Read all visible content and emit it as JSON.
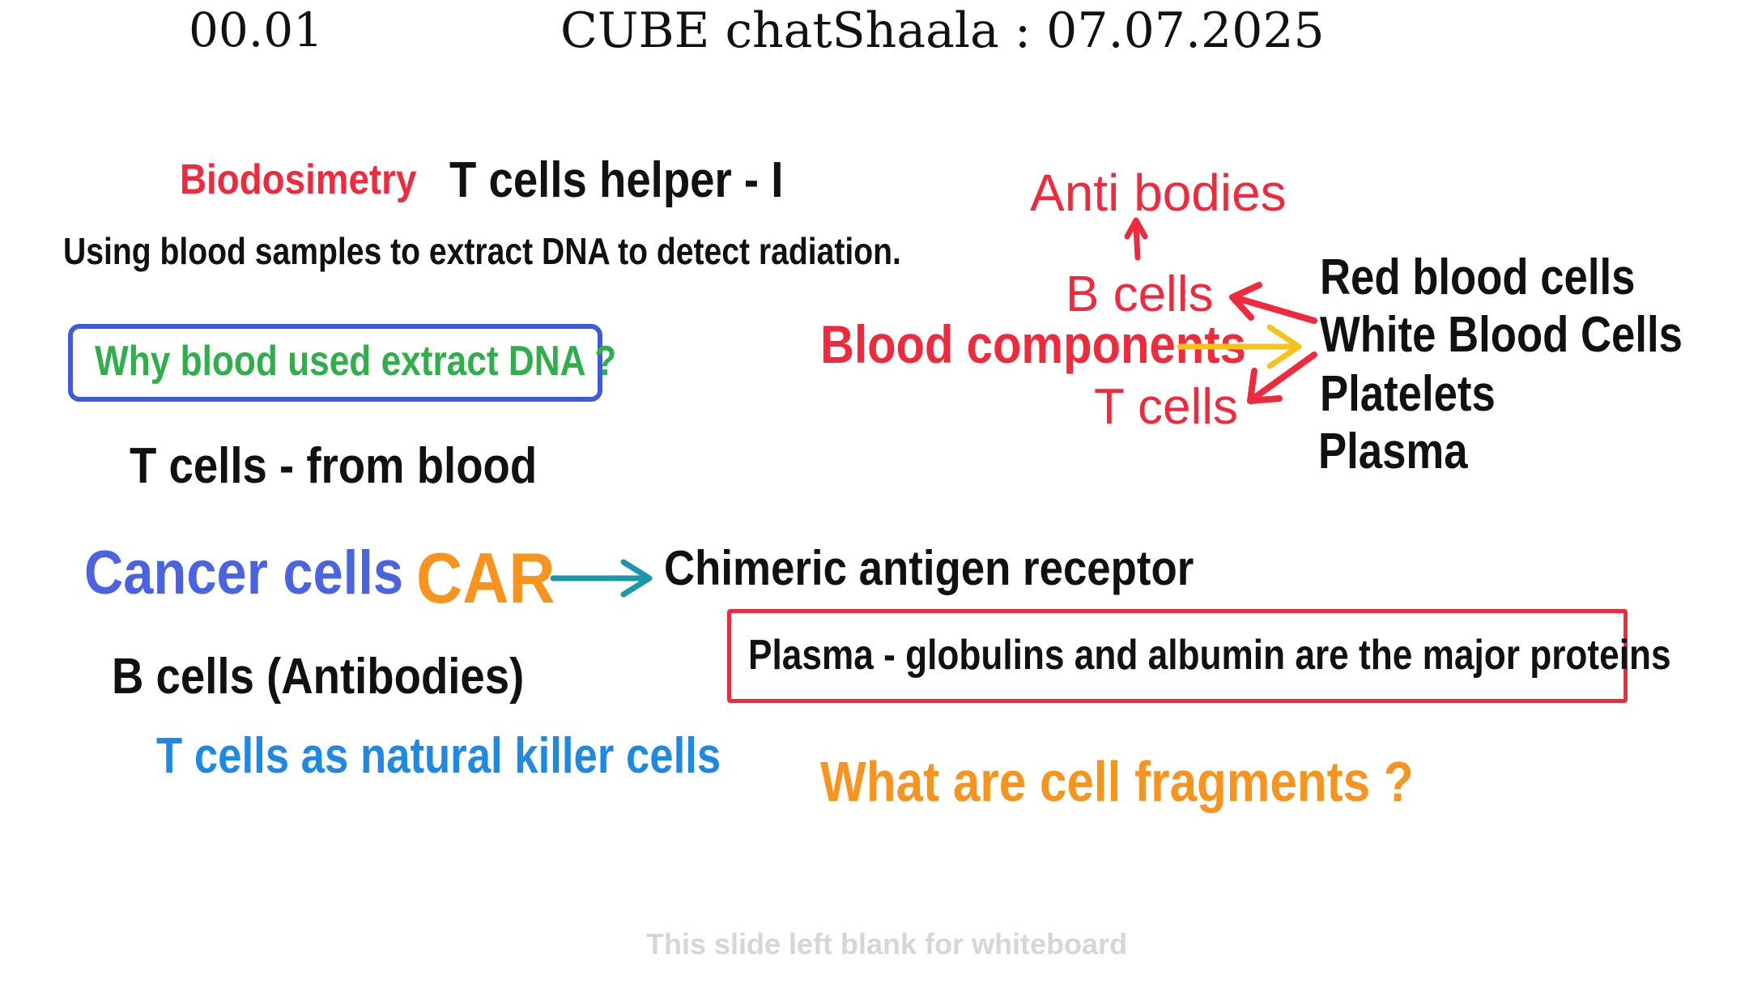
{
  "header": {
    "slide_number": "00.01",
    "title": "CUBE chatShaala : 07.07.2025"
  },
  "left": {
    "biodosimetry": "Biodosimetry",
    "t_cells_helper": "T cells helper - I",
    "dna_sentence": "Using blood samples to extract DNA to detect radiation.",
    "question_box": "Why blood used extract DNA ?",
    "t_cells_from_blood": "T cells - from blood",
    "cancer_cells": "Cancer cells",
    "car": "CAR",
    "chimeric": "Chimeric antigen receptor",
    "b_cells_antibodies": "B cells (Antibodies)",
    "nk_cells": "T cells as natural killer cells"
  },
  "right": {
    "antibodies": "Anti bodies",
    "b_cells": "B cells",
    "blood_components": "Blood components",
    "t_cells": "T cells",
    "components_list": [
      "Red blood cells",
      "White Blood Cells",
      "Platelets",
      "Plasma"
    ],
    "plasma_box": "Plasma - globulins and albumin are the major proteins",
    "cell_fragments": "What are cell fragments ?"
  },
  "footer": {
    "note": "This slide left blank for whiteboard"
  },
  "colors": {
    "red": "#EE2A3C",
    "black": "#111111",
    "green": "#2EAF4A",
    "blue_box": "#3B5BDB",
    "blue_cancer": "#4A63E0",
    "orange": "#F7941D",
    "teal": "#1A97A8",
    "yellow_arrow": "#F8C21E",
    "blue_nk": "#1E88E5",
    "footer_grey": "#D6D6D6"
  }
}
